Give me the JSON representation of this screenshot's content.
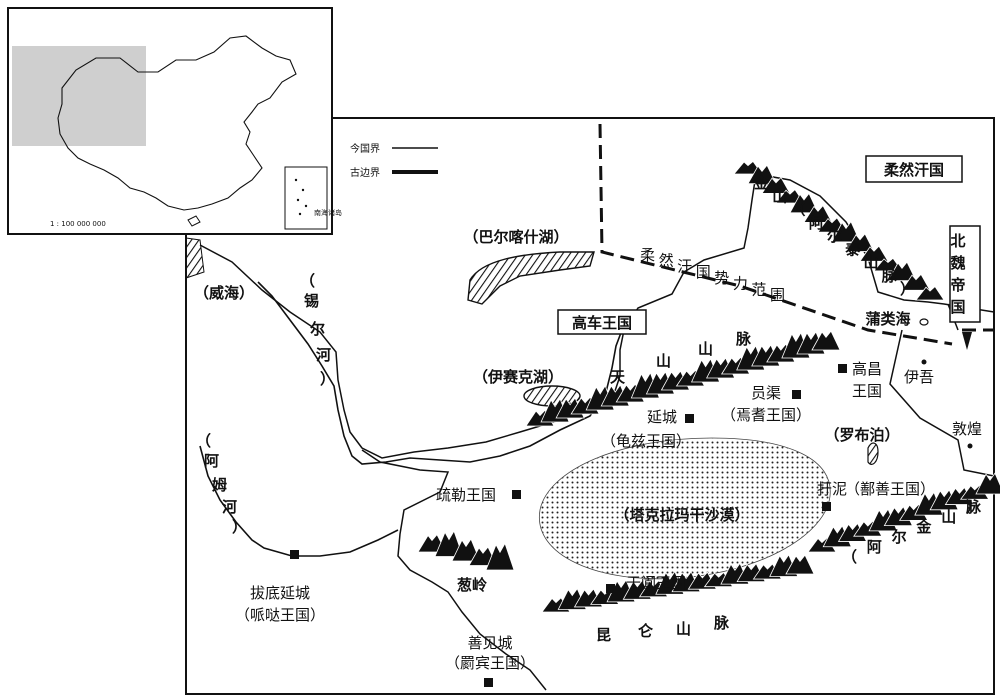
{
  "legend": {
    "modern_border": "今国界",
    "ancient_border": "古边界"
  },
  "inset": {
    "scale": "1 : 100 000 000",
    "islands_label": "南海诸岛"
  },
  "labels": {
    "rouran_khaganate": "柔然汗国",
    "rouran_sphere": "柔然汗国势力范围",
    "northern_wei": "北魏帝国",
    "gaoche": "高车王国",
    "balkhash": "（巴尔喀什湖）",
    "issyk_kul": "（伊赛克湖）",
    "weihai": "（威海）",
    "syr_darya": "（锡尔河）",
    "amu_darya": "（阿姆河）",
    "puleihai": "蒲类海",
    "altai_mtns": "金山（阿尔泰山脉）",
    "tianshan": "天山山脉",
    "gaochang": "高昌王国",
    "yiwu": "伊吾",
    "dunhuang": "敦煌",
    "yuanqu": "员渠",
    "yanqi": "（焉耆王国）",
    "yancheng": "延城",
    "qiuci": "（龟兹王国）",
    "lop_nur": "（罗布泊）",
    "taklamakan": "（塔克拉玛干沙漠）",
    "shule": "疏勒王国",
    "wuni": "扜泥",
    "shanshan": "（鄯善王国）",
    "altun": "（阿尔金山脉）",
    "congling": "葱岭",
    "yutian": "于阗王国",
    "kunlun": "昆仑山脉",
    "badiyan": "拔底延城",
    "yanda": "（哌哒王国）",
    "shanjian": "善见城",
    "jibin": "（罽宾王国）"
  }
}
